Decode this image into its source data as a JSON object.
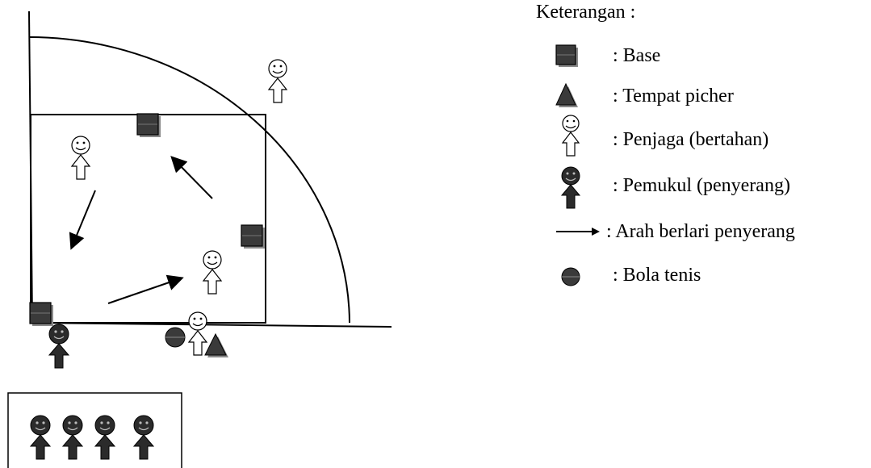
{
  "legend": {
    "title": "Keterangan :",
    "items": [
      {
        "icon": "base-icon",
        "label": ": Base"
      },
      {
        "icon": "pitcher-triangle-icon",
        "label": ": Tempat picher"
      },
      {
        "icon": "defender-icon",
        "label": ": Penjaga (bertahan)"
      },
      {
        "icon": "batter-icon",
        "label": ": Pemukul (penyerang)"
      },
      {
        "icon": "arrow-right-icon",
        "label": ": Arah berlari penyerang"
      },
      {
        "icon": "ball-icon",
        "label": ": Bola tenis"
      }
    ]
  },
  "colors": {
    "line": "#000000",
    "base_fill": "#333333",
    "base_shadow": "#888888",
    "batter_fill": "#2b2b2b",
    "defender_fill": "#ffffff"
  }
}
